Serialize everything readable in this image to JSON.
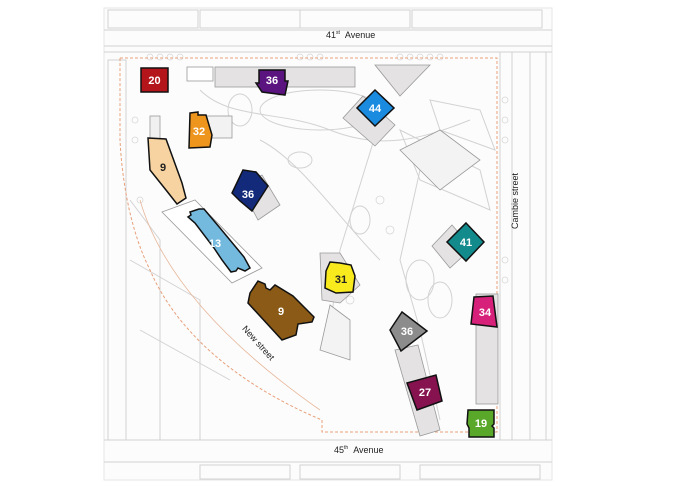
{
  "map": {
    "type": "site-plan",
    "streets": {
      "north": {
        "number": "41",
        "suffix": "st",
        "name": "Avenue"
      },
      "south": {
        "number": "45",
        "suffix": "th",
        "name": "Avenue"
      },
      "east": {
        "label": "Cambie street"
      },
      "diagonal": {
        "label": "New street"
      }
    },
    "colors": {
      "background": "#ffffff",
      "linework": "#c8c8c8",
      "site_boundary": "#e8a07a",
      "podium": "#e2e0e0",
      "outline": "#111111"
    },
    "buildings": [
      {
        "id": "b20",
        "storeys": "20",
        "color": "#b3151b",
        "text_color": "#ffffff"
      },
      {
        "id": "b36-north",
        "storeys": "36",
        "color": "#5b1380",
        "text_color": "#ffffff"
      },
      {
        "id": "b44",
        "storeys": "44",
        "color": "#1b8be0",
        "text_color": "#ffffff"
      },
      {
        "id": "b32",
        "storeys": "32",
        "color": "#ee951e",
        "text_color": "#ffffff"
      },
      {
        "id": "b9-west",
        "storeys": "9",
        "color": "#f6d3a0",
        "text_color": "#222222"
      },
      {
        "id": "b36-navy",
        "storeys": "36",
        "color": "#132a7a",
        "text_color": "#ffffff"
      },
      {
        "id": "b13",
        "storeys": "13",
        "color": "#74b9de",
        "text_color": "#ffffff"
      },
      {
        "id": "b41",
        "storeys": "41",
        "color": "#138a8c",
        "text_color": "#ffffff"
      },
      {
        "id": "b31",
        "storeys": "31",
        "color": "#f8ea1c",
        "text_color": "#222222"
      },
      {
        "id": "b9-brown",
        "storeys": "9",
        "color": "#8a5a16",
        "text_color": "#ffffff"
      },
      {
        "id": "b34",
        "storeys": "34",
        "color": "#d6207a",
        "text_color": "#ffffff"
      },
      {
        "id": "b36-gray",
        "storeys": "36",
        "color": "#8c8c8c",
        "text_color": "#ffffff"
      },
      {
        "id": "b27",
        "storeys": "27",
        "color": "#861250",
        "text_color": "#ffffff"
      },
      {
        "id": "b19",
        "storeys": "19",
        "color": "#5aa82a",
        "text_color": "#ffffff"
      }
    ]
  }
}
